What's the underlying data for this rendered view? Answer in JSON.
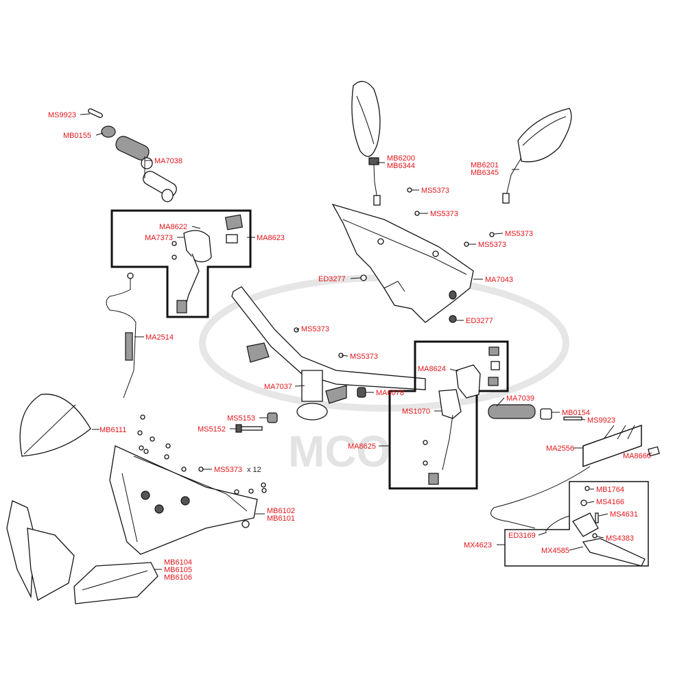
{
  "diagram": {
    "watermark": "MCO",
    "label_color": "#e3161b",
    "labels": [
      {
        "key": "ms9923_top",
        "text": "MS9923"
      },
      {
        "key": "mb0155",
        "text": "MB0155"
      },
      {
        "key": "ma7038",
        "text": "MA7038"
      },
      {
        "key": "ma8622",
        "text": "MA8622"
      },
      {
        "key": "ma7373",
        "text": "MA7373"
      },
      {
        "key": "ma8623",
        "text": "MA8623"
      },
      {
        "key": "ma2514",
        "text": "MA2514"
      },
      {
        "key": "mb6200",
        "text": "MB6200"
      },
      {
        "key": "mb6344",
        "text": "MB6344"
      },
      {
        "key": "mb6201",
        "text": "MB6201"
      },
      {
        "key": "mb6345",
        "text": "MB6345"
      },
      {
        "key": "ms5373_a",
        "text": "MS5373"
      },
      {
        "key": "ms5373_b",
        "text": "MS5373"
      },
      {
        "key": "ms5373_c",
        "text": "MS5373"
      },
      {
        "key": "ms5373_d",
        "text": "MS5373"
      },
      {
        "key": "ed3277_a",
        "text": "ED3277"
      },
      {
        "key": "ma7043",
        "text": "MA7043"
      },
      {
        "key": "ed3277_b",
        "text": "ED3277"
      },
      {
        "key": "ms5373_e",
        "text": "MS5373"
      },
      {
        "key": "ms5373_f",
        "text": "MS5373"
      },
      {
        "key": "ma8624",
        "text": "MA8624"
      },
      {
        "key": "ma7037",
        "text": "MA7037"
      },
      {
        "key": "ma6078",
        "text": "MA6078"
      },
      {
        "key": "ma7039",
        "text": "MA7039"
      },
      {
        "key": "ms1070",
        "text": "MS1070"
      },
      {
        "key": "mb0154",
        "text": "MB0154"
      },
      {
        "key": "ms9923_right",
        "text": "MS9923"
      },
      {
        "key": "mb6111",
        "text": "MB6111"
      },
      {
        "key": "ms5153",
        "text": "MS5153"
      },
      {
        "key": "ms5152",
        "text": "MS5152"
      },
      {
        "key": "ma8625",
        "text": "MA8625"
      },
      {
        "key": "ma2556",
        "text": "MA2556"
      },
      {
        "key": "ma8660",
        "text": "MA8660"
      },
      {
        "key": "ms5373_g",
        "text": "MS5373"
      },
      {
        "key": "qty_x12",
        "text": "x 12"
      },
      {
        "key": "mb1764",
        "text": "MB1764"
      },
      {
        "key": "ms4166",
        "text": "MS4166"
      },
      {
        "key": "ms4631",
        "text": "MS4631"
      },
      {
        "key": "ed3169",
        "text": "ED3169"
      },
      {
        "key": "ms4383",
        "text": "MS4383"
      },
      {
        "key": "mx4623",
        "text": "MX4623"
      },
      {
        "key": "mx4585",
        "text": "MX4585"
      },
      {
        "key": "mb6102",
        "text": "MB6102"
      },
      {
        "key": "mb6101",
        "text": "MB6101"
      },
      {
        "key": "mb6104",
        "text": "MB6104"
      },
      {
        "key": "mb6105",
        "text": "MB6105"
      },
      {
        "key": "mb6106",
        "text": "MB6106"
      }
    ]
  }
}
